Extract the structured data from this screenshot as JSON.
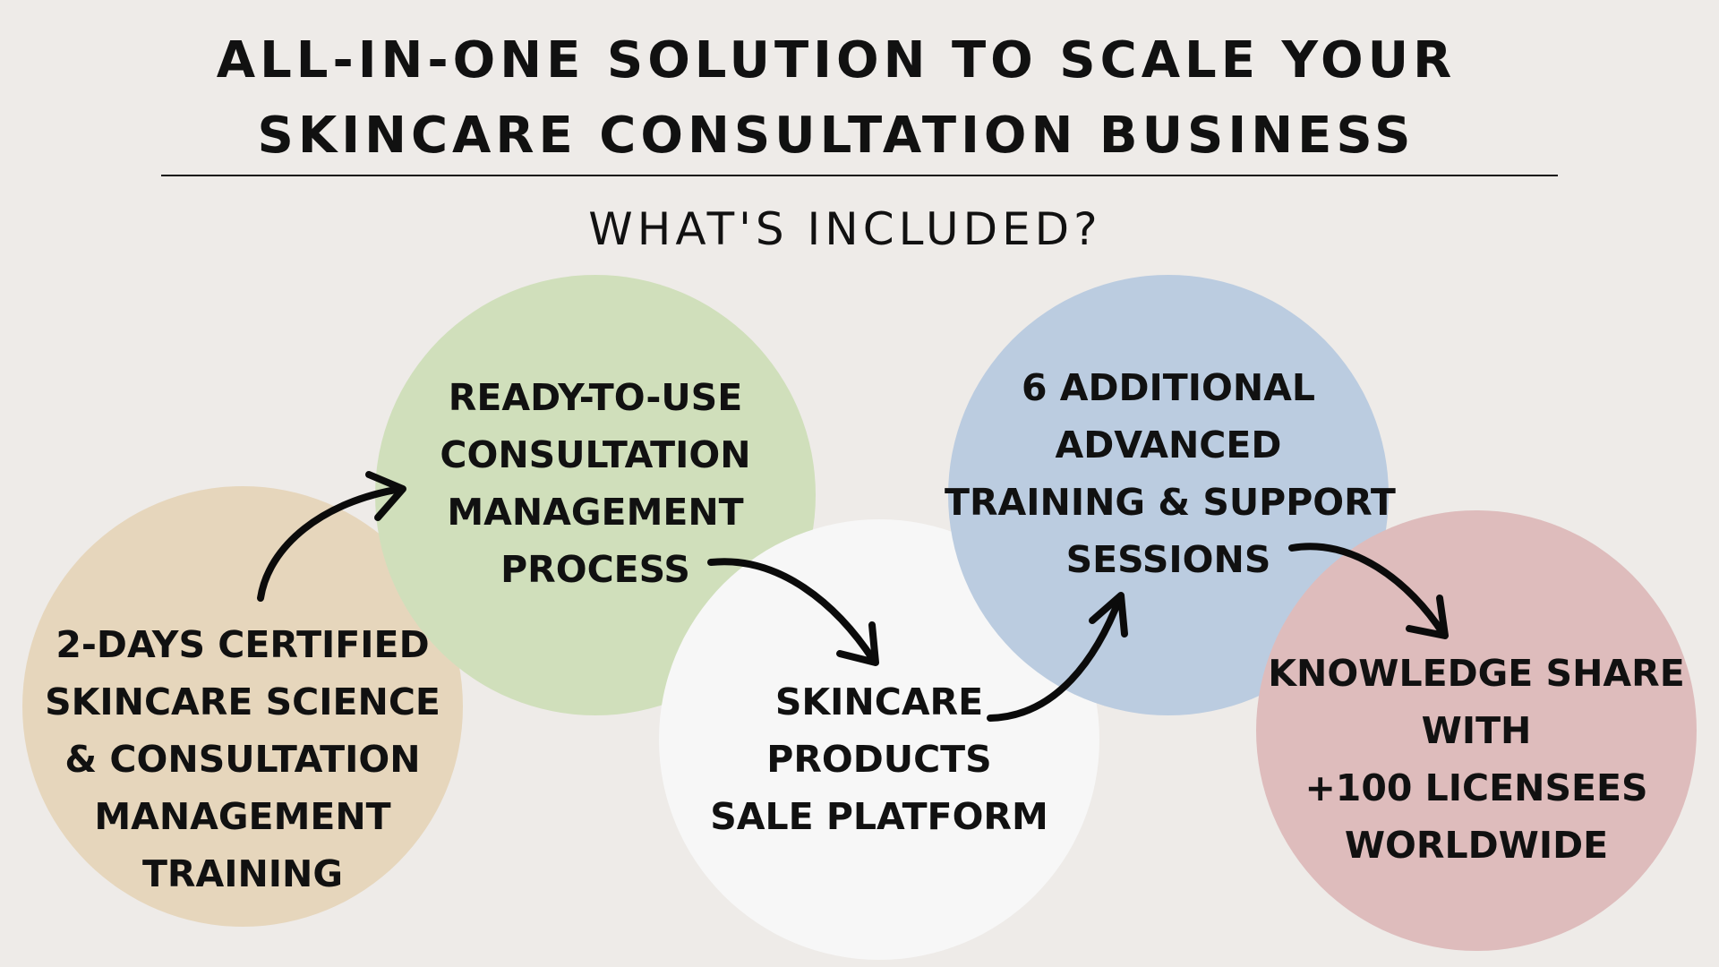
{
  "header": {
    "title_lines": [
      "ALL-IN-ONE SOLUTION TO SCALE YOUR",
      "SKINCARE CONSULTATION BUSINESS"
    ],
    "subtitle": "WHAT'S INCLUDED?"
  },
  "steps": [
    {
      "color": "#E6D6BC",
      "lines": [
        "2-DAYS CERTIFIED",
        "SKINCARE SCIENCE",
        "& CONSULTATION",
        "MANAGEMENT",
        "TRAINING"
      ]
    },
    {
      "color": "#D0DFBB",
      "lines": [
        "READY-TO-USE",
        "CONSULTATION",
        "MANAGEMENT",
        "PROCESS"
      ]
    },
    {
      "color": "#F7F7F7",
      "lines": [
        "SKINCARE",
        "PRODUCTS",
        "SALE PLATFORM"
      ]
    },
    {
      "color": "#BBCCE0",
      "lines": [
        "6 ADDITIONAL",
        "ADVANCED",
        "TRAINING & SUPPORT",
        "SESSIONS"
      ]
    },
    {
      "color": "#DEBCBC",
      "lines": [
        "KNOWLEDGE SHARE",
        "WITH",
        "+100 LICENSEES",
        "WORLDWIDE"
      ]
    }
  ]
}
